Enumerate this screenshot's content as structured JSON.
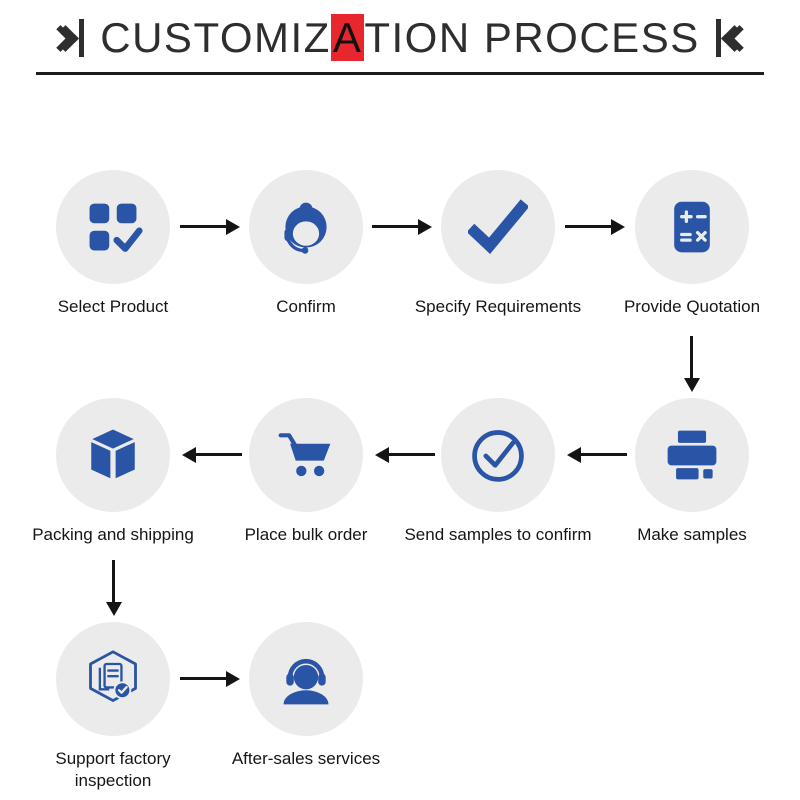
{
  "title": {
    "full_text": "CUSTOMIZATION PROCESS",
    "pre_highlight": "CUSTOMIZ",
    "highlight_letter": "A",
    "post_highlight": "TION PROCESS",
    "left_decoration_icon": "double-chevron-right-icon",
    "right_decoration_icon": "double-chevron-left-icon"
  },
  "colors": {
    "icon_blue": "#2a54a5",
    "circle_bg": "#ebebeb",
    "arrow_color": "#141414",
    "text_color": "#151515",
    "highlight_red": "#e8262d",
    "title_color": "#2e2e2e"
  },
  "steps": [
    {
      "label": "Select Product",
      "icon": "product-grid-check-icon"
    },
    {
      "label": "Confirm",
      "icon": "customer-service-agent-icon"
    },
    {
      "label": "Specify Requirements",
      "icon": "checkmark-icon"
    },
    {
      "label": "Provide Quotation",
      "icon": "calculator-icon"
    },
    {
      "label": "Make samples",
      "icon": "printer-icon"
    },
    {
      "label": "Send samples to confirm",
      "icon": "circle-check-icon"
    },
    {
      "label": "Place bulk order",
      "icon": "shopping-cart-icon"
    },
    {
      "label": "Packing and shipping",
      "icon": "package-box-icon"
    },
    {
      "label": "Support factory inspection",
      "icon": "inspection-badge-icon"
    },
    {
      "label": "After-sales services",
      "icon": "headset-support-icon"
    }
  ]
}
